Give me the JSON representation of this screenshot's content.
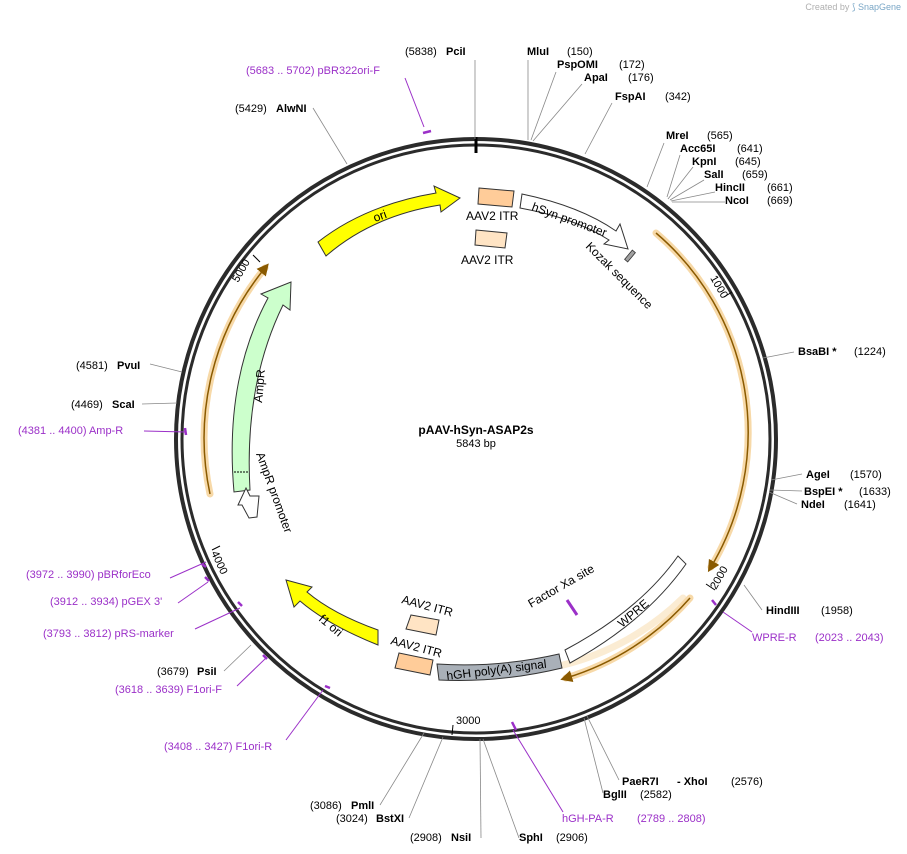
{
  "credit": {
    "prefix": "Created by",
    "brand": "SnapGene"
  },
  "plasmid": {
    "name": "pAAV-hSyn-ASAP2s",
    "size": "5843 bp"
  },
  "ticks": [
    "1000",
    "2000",
    "3000",
    "4000",
    "5000"
  ],
  "enzymes": [
    {
      "name": "PciI",
      "pos": "(5838)"
    },
    {
      "name": "MluI",
      "pos": "(150)"
    },
    {
      "name": "PspOMI",
      "pos": "(172)"
    },
    {
      "name": "ApaI",
      "pos": "(176)"
    },
    {
      "name": "FspAI",
      "pos": "(342)"
    },
    {
      "name": "MreI",
      "pos": "(565)"
    },
    {
      "name": "Acc65I",
      "pos": "(641)"
    },
    {
      "name": "KpnI",
      "pos": "(645)"
    },
    {
      "name": "SalI",
      "pos": "(659)"
    },
    {
      "name": "HincII",
      "pos": "(661)"
    },
    {
      "name": "NcoI",
      "pos": "(669)"
    },
    {
      "name": "BsaBI *",
      "pos": "(1224)"
    },
    {
      "name": "AgeI",
      "pos": "(1570)"
    },
    {
      "name": "BspEI *",
      "pos": "(1633)"
    },
    {
      "name": "NdeI",
      "pos": "(1641)"
    },
    {
      "name": "HindIII",
      "pos": "(1958)"
    },
    {
      "name": "PaeR7I",
      "pos": ""
    },
    {
      "name": "- XhoI",
      "pos": "(2576)"
    },
    {
      "name": "BglII",
      "pos": "(2582)"
    },
    {
      "name": "SphI",
      "pos": "(2906)"
    },
    {
      "name": "NsiI",
      "pos": "(2908)"
    },
    {
      "name": "BstXI",
      "pos": "(3024)"
    },
    {
      "name": "PmlI",
      "pos": "(3086)"
    },
    {
      "name": "PsiI",
      "pos": "(3679)"
    },
    {
      "name": "ScaI",
      "pos": "(4469)"
    },
    {
      "name": "PvuI",
      "pos": "(4581)"
    },
    {
      "name": "AlwNI",
      "pos": "(5429)"
    }
  ],
  "primers": [
    "(5683 .. 5702)  pBR322ori-F",
    "WPRE-R",
    "(2023 .. 2043)",
    "hGH-PA-R",
    "(2789 .. 2808)",
    "(3408 .. 3427)  F1ori-R",
    "(3618 .. 3639)  F1ori-F",
    "(3793 .. 3812)  pRS-marker",
    "(3912 .. 3934)  pGEX 3'",
    "(3972 .. 3990)  pBRforEco",
    "(4381 .. 4400)  Amp-R"
  ],
  "features": [
    "ori",
    "AAV2 ITR",
    "hSyn promoter",
    "AAV2 ITR",
    "Kozak sequence",
    "AmpR",
    "AmpR promoter",
    "f1 ori",
    "AAV2 ITR",
    "AAV2 ITR",
    "hGH poly(A) signal",
    "WPRE",
    "Factor Xa site"
  ],
  "colors": {
    "ori": "#ffff00",
    "ampr": "#ccffcc",
    "itr": "#ffcc99",
    "itr_light": "#ffe4c4",
    "polyA": "#a9b0b8",
    "orf_track": "#f7d9a8",
    "orf_line": "#8a5a00",
    "primer": "#9b30c8"
  }
}
